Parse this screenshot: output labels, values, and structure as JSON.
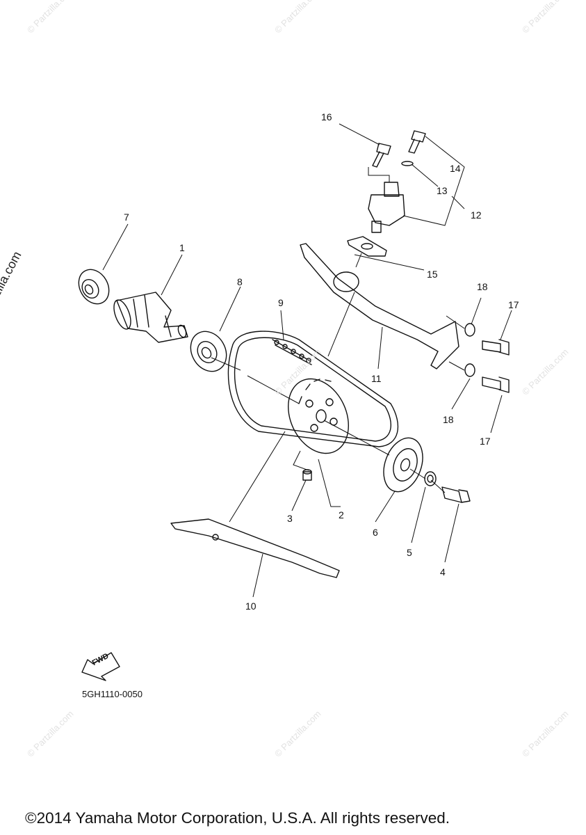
{
  "callouts": [
    {
      "id": "1",
      "text": "1"
    },
    {
      "id": "2",
      "text": "2"
    },
    {
      "id": "3",
      "text": "3"
    },
    {
      "id": "4",
      "text": "4"
    },
    {
      "id": "5",
      "text": "5"
    },
    {
      "id": "6",
      "text": "6"
    },
    {
      "id": "7",
      "text": "7"
    },
    {
      "id": "8",
      "text": "8"
    },
    {
      "id": "9",
      "text": "9"
    },
    {
      "id": "10",
      "text": "10"
    },
    {
      "id": "11",
      "text": "11"
    },
    {
      "id": "12",
      "text": "12"
    },
    {
      "id": "13",
      "text": "13"
    },
    {
      "id": "14",
      "text": "14"
    },
    {
      "id": "15",
      "text": "15"
    },
    {
      "id": "16",
      "text": "16"
    },
    {
      "id": "17a",
      "text": "17"
    },
    {
      "id": "17b",
      "text": "17"
    },
    {
      "id": "18a",
      "text": "18"
    },
    {
      "id": "18b",
      "text": "18"
    }
  ],
  "diagram_code": "5GH1110-0050",
  "fwd_label": "FWD",
  "copyright": "©2014 Yamaha Motor Corporation, U.S.A. All rights reserved.",
  "side_watermark": "© Partzilla.com",
  "watermark_text": "© Partzilla.com"
}
